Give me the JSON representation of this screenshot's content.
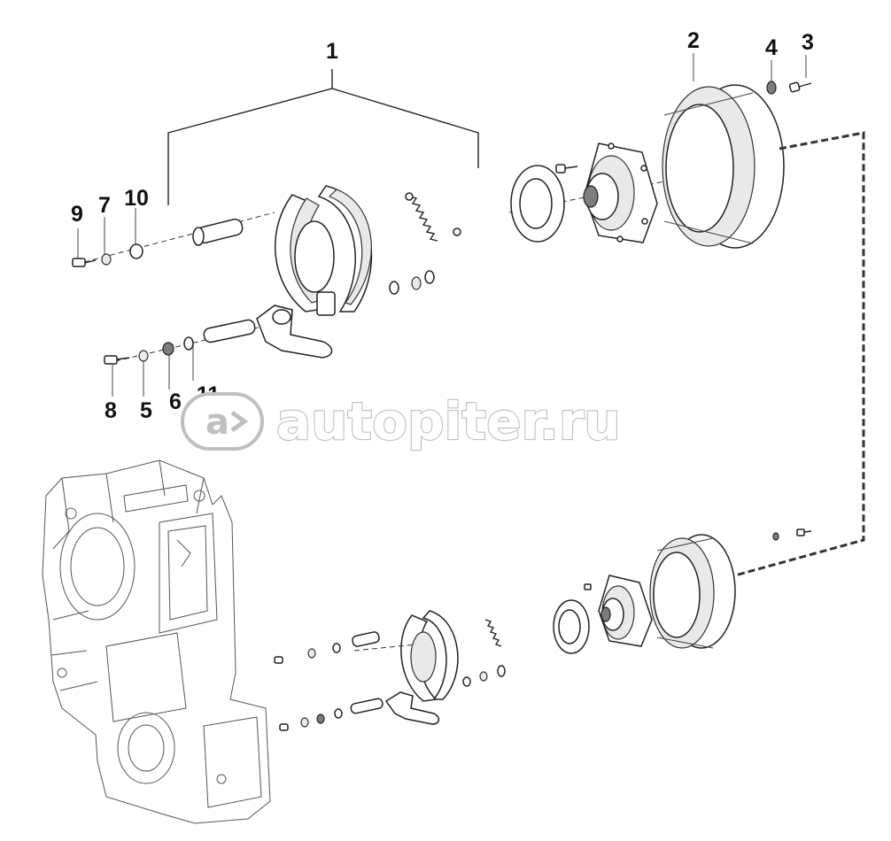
{
  "diagram": {
    "callouts": {
      "c1": "1",
      "c2": "2",
      "c3": "3",
      "c4": "4",
      "c5": "5",
      "c6": "6",
      "c7": "7",
      "c8": "8",
      "c9": "9",
      "c10": "10",
      "c11": "11"
    }
  },
  "watermark": {
    "logo_text": "autopiter.ru"
  }
}
